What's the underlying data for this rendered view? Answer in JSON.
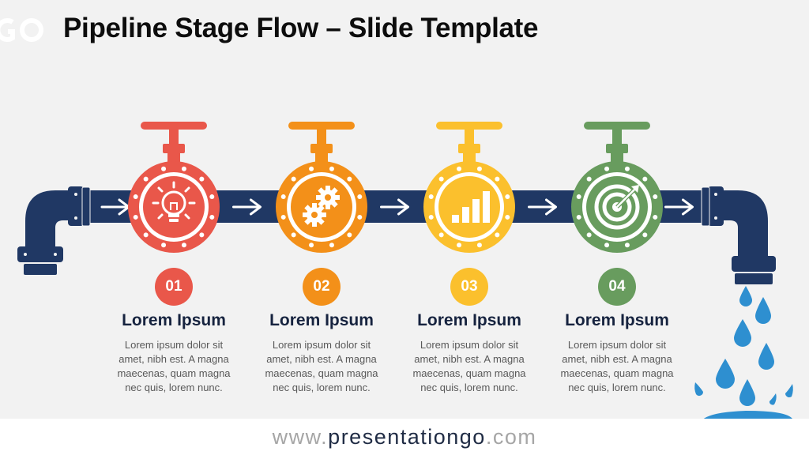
{
  "slide": {
    "title": "Pipeline Stage Flow – Slide Template"
  },
  "colors": {
    "pipe": "#203864",
    "stage_1": "#E9574A",
    "stage_2": "#F39019",
    "stage_3": "#FBC02D",
    "stage_4": "#689C5E",
    "water": "#2E8FD0"
  },
  "stages": [
    {
      "number": "01",
      "title": "Lorem Ipsum",
      "desc_lines": [
        "Lorem ipsum dolor sit",
        "amet, nibh est. A magna",
        "maecenas, quam magna",
        "nec quis, lorem nunc."
      ],
      "icon": "lightbulb-icon"
    },
    {
      "number": "02",
      "title": "Lorem Ipsum",
      "desc_lines": [
        "Lorem ipsum dolor sit",
        "amet, nibh est. A magna",
        "maecenas, quam magna",
        "nec quis, lorem nunc."
      ],
      "icon": "gears-icon"
    },
    {
      "number": "03",
      "title": "Lorem Ipsum",
      "desc_lines": [
        "Lorem ipsum dolor sit",
        "amet, nibh est. A magna",
        "maecenas, quam magna",
        "nec quis, lorem nunc."
      ],
      "icon": "bar-chart-icon"
    },
    {
      "number": "04",
      "title": "Lorem Ipsum",
      "desc_lines": [
        "Lorem ipsum dolor sit",
        "amet, nibh est. A magna",
        "maecenas, quam magna",
        "nec quis, lorem nunc."
      ],
      "icon": "target-icon"
    }
  ],
  "footer": {
    "prefix": "www.",
    "brand": "presentationgo",
    "suffix": ".com"
  }
}
